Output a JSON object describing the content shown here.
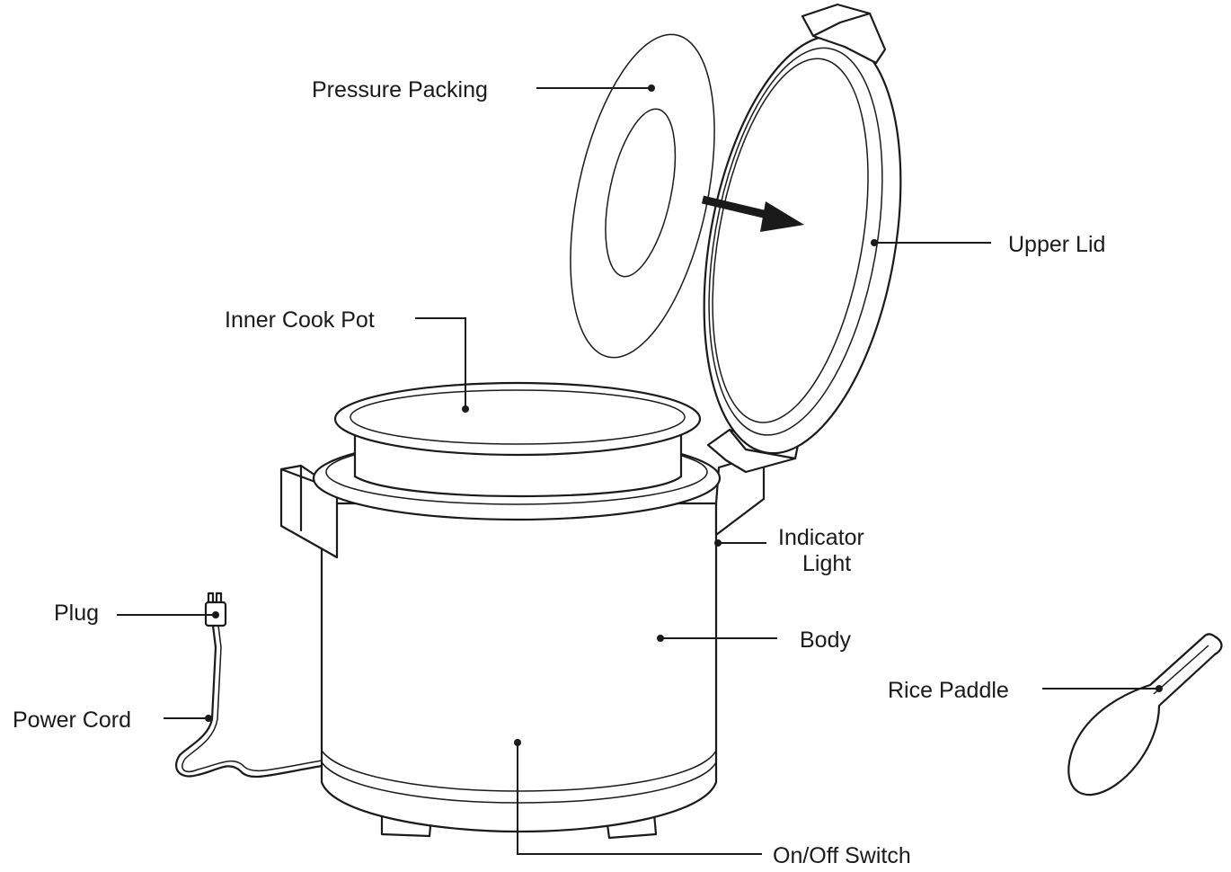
{
  "labels": {
    "pressure_packing": "Pressure Packing",
    "upper_lid": "Upper Lid",
    "inner_cook_pot": "Inner Cook Pot",
    "indicator_light_line1": "Indicator",
    "indicator_light_line2": "Light",
    "plug": "Plug",
    "body": "Body",
    "power_cord": "Power Cord",
    "rice_paddle": "Rice Paddle",
    "on_off_switch": "On/Off Switch"
  },
  "colors": {
    "line": "#1a1a1a",
    "background": "#ffffff"
  }
}
